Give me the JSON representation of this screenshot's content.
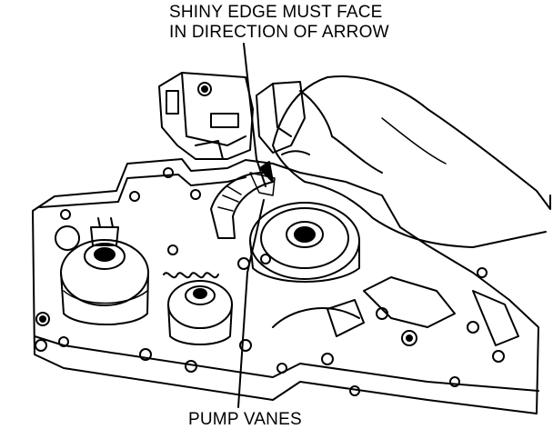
{
  "callouts": {
    "top_line1": "SHINY EDGE MUST FACE",
    "top_line2": "IN DIRECTION OF ARROW",
    "bottom": "PUMP VANES"
  },
  "colors": {
    "ink": "#000000",
    "paper": "#ffffff"
  }
}
